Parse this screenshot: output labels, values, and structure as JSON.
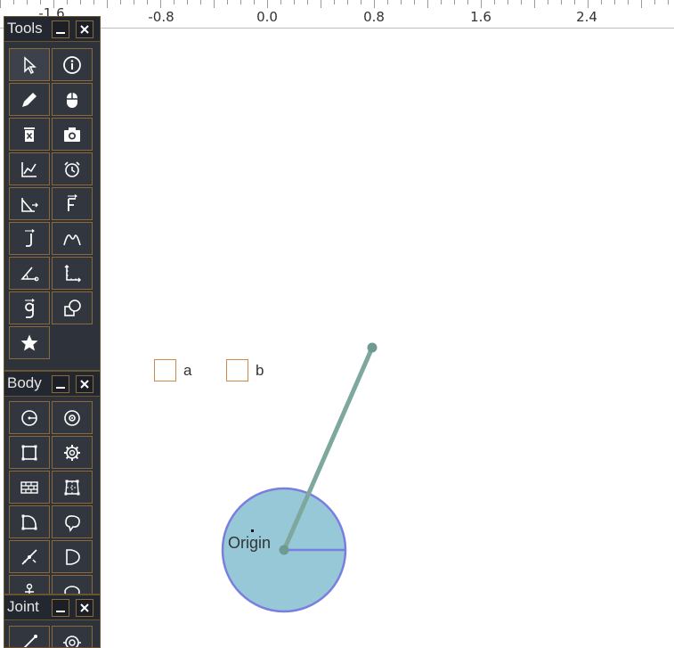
{
  "ruler": {
    "labels": [
      "-1.6",
      "-0.8",
      "0.0",
      "0.8",
      "1.6",
      "2.4"
    ]
  },
  "tools_panel": {
    "title": "Tools",
    "buttons": [
      {
        "name": "select-arrow-icon"
      },
      {
        "name": "info-icon"
      },
      {
        "name": "paint-brush-icon"
      },
      {
        "name": "mouse-icon"
      },
      {
        "name": "delete-icon"
      },
      {
        "name": "camera-icon"
      },
      {
        "name": "graph-icon"
      },
      {
        "name": "alarm-clock-icon"
      },
      {
        "name": "wedge-icon"
      },
      {
        "name": "force-icon"
      },
      {
        "name": "impulse-icon"
      },
      {
        "name": "curve-icon"
      },
      {
        "name": "angle-icon"
      },
      {
        "name": "axes-icon"
      },
      {
        "name": "gravity-icon"
      },
      {
        "name": "shapes-icon"
      },
      {
        "name": "star-icon"
      }
    ]
  },
  "body_panel": {
    "title": "Body",
    "buttons": [
      {
        "name": "circle-body-icon"
      },
      {
        "name": "wheel-icon"
      },
      {
        "name": "rectangle-body-icon"
      },
      {
        "name": "gear-icon"
      },
      {
        "name": "wall-icon"
      },
      {
        "name": "polygon-body-icon"
      },
      {
        "name": "curved-polygon-icon"
      },
      {
        "name": "blob-icon"
      },
      {
        "name": "spline-icon"
      },
      {
        "name": "d-shape-icon"
      },
      {
        "name": "figure-icon"
      },
      {
        "name": "oval-icon"
      }
    ]
  },
  "joint_panel": {
    "title": "Joint",
    "buttons": [
      {
        "name": "rod-joint-icon"
      },
      {
        "name": "pivot-joint-icon"
      }
    ]
  },
  "checkboxes": [
    {
      "label": "a",
      "checked": false
    },
    {
      "label": "b",
      "checked": false
    }
  ],
  "scene": {
    "origin_label": "Origin",
    "circle_fill": "#96c8d8",
    "circle_stroke": "#7a7ee0",
    "rod_color": "#7ea89e"
  },
  "colors": {
    "panel_bg": "#2e323b",
    "panel_border": "#8a6a3a",
    "checkbox_border": "#c98a4b"
  }
}
